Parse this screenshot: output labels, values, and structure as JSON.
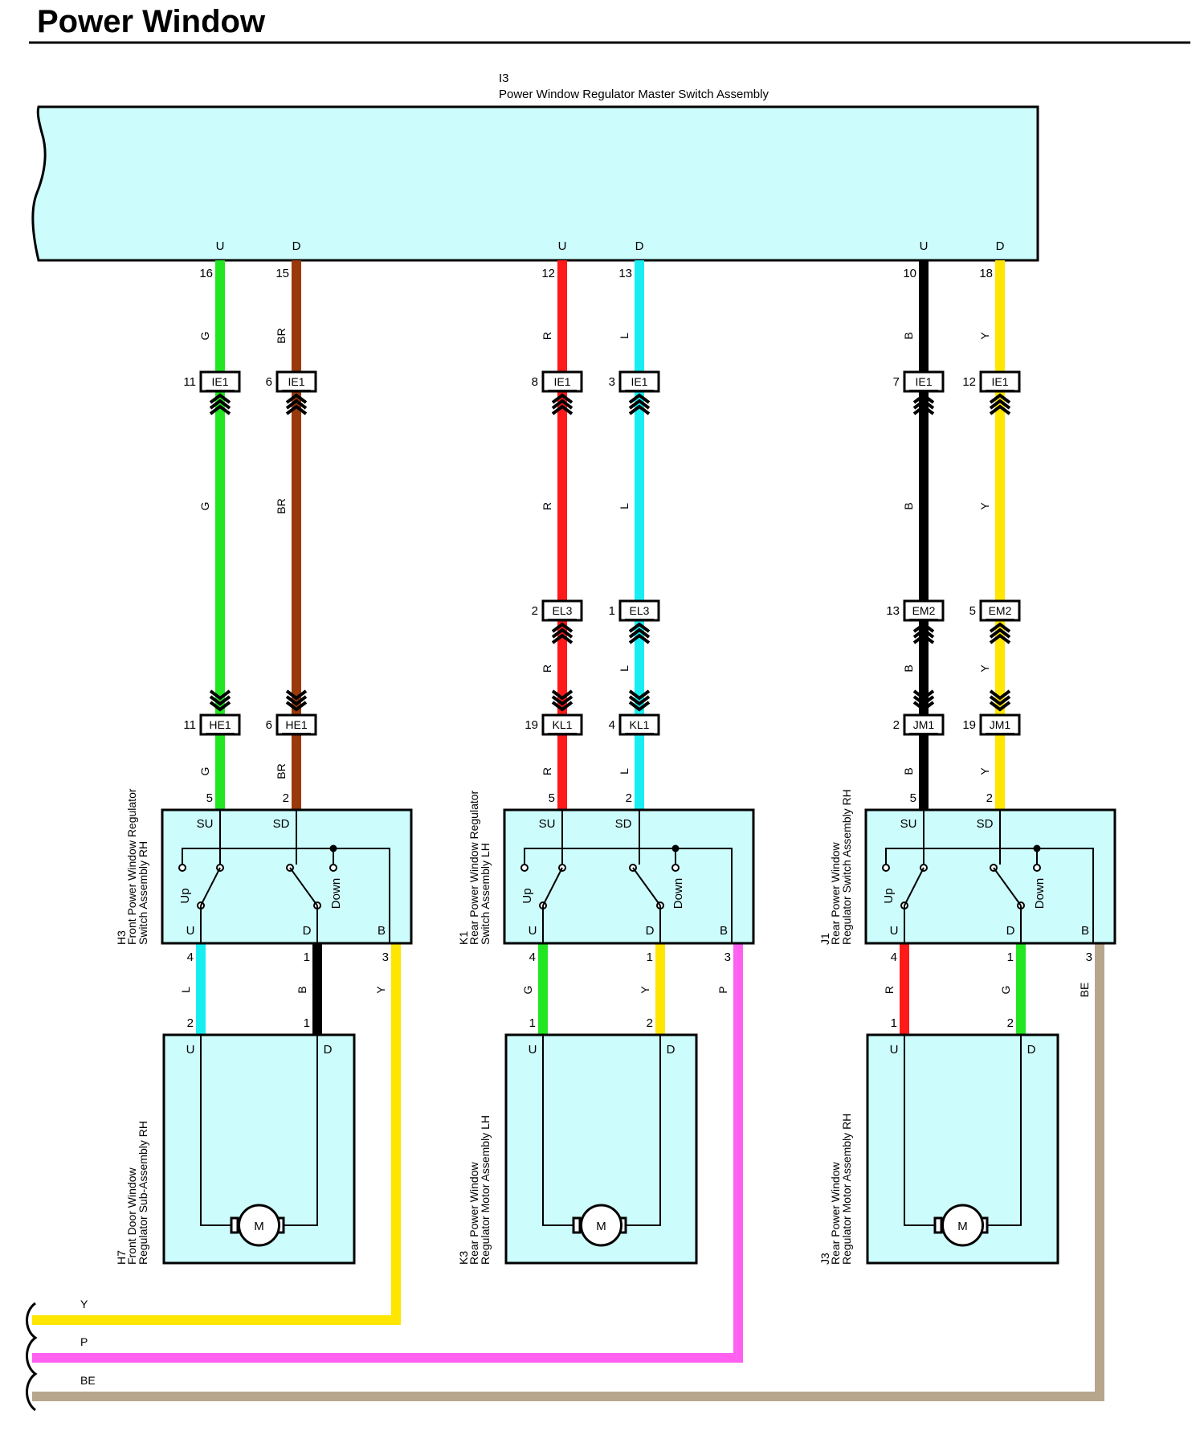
{
  "page_title": "Power Window",
  "colors": {
    "G": "#22e622",
    "BR": "#9a3a0c",
    "R": "#ff1a1a",
    "L": "#18eef2",
    "B": "#000000",
    "Y": "#ffe600",
    "P": "#ff60f0",
    "BE": "#b8a68c",
    "box_fill": "#cdfcfc"
  },
  "master": {
    "id": "I3",
    "name": "Power Window Regulator Master Switch Assembly",
    "terminals": [
      "U",
      "D",
      "U",
      "D",
      "U",
      "D"
    ]
  },
  "channels": [
    {
      "key": "front_rh",
      "master_pins": {
        "up": "16",
        "down": "15"
      },
      "upper_wire_codes": {
        "up": "G",
        "down": "BR"
      },
      "upper_connectors": [
        {
          "up_pin": "11",
          "up_name": "IE1",
          "down_pin": "6",
          "down_name": "IE1"
        }
      ],
      "middle_wire_codes": {
        "up": "G",
        "down": "BR"
      },
      "extra_connectors": [],
      "lower_connector": {
        "up_pin": "11",
        "up_name": "HE1",
        "down_pin": "6",
        "down_name": "HE1"
      },
      "lower_wire_codes": {
        "up": "G",
        "down": "BR"
      },
      "switch": {
        "id": "H3",
        "name_line1": "Front Power Window Regulator",
        "name_line2": "Switch Assembly RH",
        "su_pin": "5",
        "sd_pin": "2",
        "su_label": "SU",
        "sd_label": "SD",
        "up_label": "Up",
        "down_label": "Down",
        "u_label": "U",
        "d_label": "D",
        "b_label": "B",
        "u_pin": "4",
        "d_pin": "1",
        "b_pin": "3"
      },
      "motor_wire_codes": {
        "u": "L",
        "d": "B",
        "b": "Y"
      },
      "motor": {
        "id": "H7",
        "name_line1": "Front Door Window",
        "name_line2": "Regulator Sub-Assembly RH",
        "u_pin": "2",
        "d_pin": "1",
        "u_label": "U",
        "d_label": "D",
        "m_label": "M"
      }
    },
    {
      "key": "rear_lh",
      "master_pins": {
        "up": "12",
        "down": "13"
      },
      "upper_wire_codes": {
        "up": "R",
        "down": "L"
      },
      "upper_connectors": [
        {
          "up_pin": "8",
          "up_name": "IE1",
          "down_pin": "3",
          "down_name": "IE1"
        }
      ],
      "middle_wire_codes": {
        "up": "R",
        "down": "L"
      },
      "extra_connectors": [
        {
          "up_pin": "2",
          "up_name": "EL3",
          "down_pin": "1",
          "down_name": "EL3"
        }
      ],
      "extra_wire_codes": {
        "up": "R",
        "down": "L"
      },
      "lower_connector": {
        "up_pin": "19",
        "up_name": "KL1",
        "down_pin": "4",
        "down_name": "KL1"
      },
      "lower_wire_codes": {
        "up": "R",
        "down": "L"
      },
      "switch": {
        "id": "K1",
        "name_line1": "Rear Power Window Regulator",
        "name_line2": "Switch Assembly LH",
        "su_pin": "5",
        "sd_pin": "2",
        "su_label": "SU",
        "sd_label": "SD",
        "up_label": "Up",
        "down_label": "Down",
        "u_label": "U",
        "d_label": "D",
        "b_label": "B",
        "u_pin": "4",
        "d_pin": "1",
        "b_pin": "3"
      },
      "motor_wire_codes": {
        "u": "G",
        "d": "Y",
        "b": "P"
      },
      "motor": {
        "id": "K3",
        "name_line1": "Rear Power Window",
        "name_line2": "Regulator Motor Assembly LH",
        "u_pin": "1",
        "d_pin": "2",
        "u_label": "U",
        "d_label": "D",
        "m_label": "M"
      }
    },
    {
      "key": "rear_rh",
      "master_pins": {
        "up": "10",
        "down": "18"
      },
      "upper_wire_codes": {
        "up": "B",
        "down": "Y"
      },
      "upper_connectors": [
        {
          "up_pin": "7",
          "up_name": "IE1",
          "down_pin": "12",
          "down_name": "IE1"
        }
      ],
      "middle_wire_codes": {
        "up": "B",
        "down": "Y"
      },
      "extra_connectors": [
        {
          "up_pin": "13",
          "up_name": "EM2",
          "down_pin": "5",
          "down_name": "EM2"
        }
      ],
      "extra_wire_codes": {
        "up": "B",
        "down": "Y"
      },
      "lower_connector": {
        "up_pin": "2",
        "up_name": "JM1",
        "down_pin": "19",
        "down_name": "JM1"
      },
      "lower_wire_codes": {
        "up": "B",
        "down": "Y"
      },
      "switch": {
        "id": "J1",
        "name_line1": "Rear Power Window",
        "name_line2": "Regulator Switch Assembly RH",
        "su_pin": "5",
        "sd_pin": "2",
        "su_label": "SU",
        "sd_label": "SD",
        "up_label": "Up",
        "down_label": "Down",
        "u_label": "U",
        "d_label": "D",
        "b_label": "B",
        "u_pin": "4",
        "d_pin": "1",
        "b_pin": "3"
      },
      "motor_wire_codes": {
        "u": "R",
        "d": "G",
        "b": "BE"
      },
      "motor": {
        "id": "J3",
        "name_line1": "Rear Power Window",
        "name_line2": "Regulator Motor Assembly RH",
        "u_pin": "1",
        "d_pin": "2",
        "u_label": "U",
        "d_label": "D",
        "m_label": "M"
      }
    }
  ],
  "bus_labels": [
    "Y",
    "P",
    "BE"
  ]
}
